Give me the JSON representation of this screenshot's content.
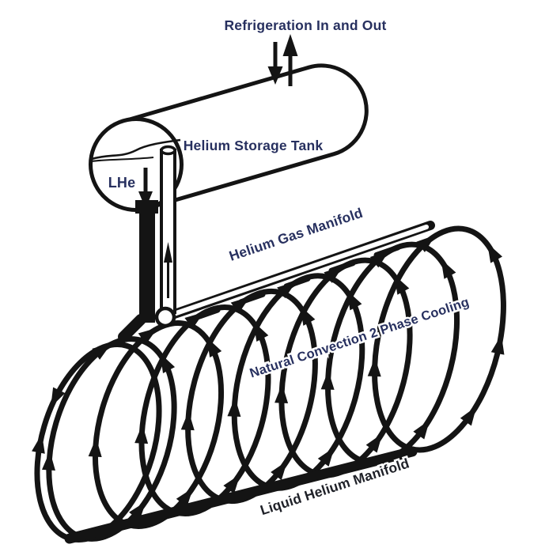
{
  "diagram": {
    "labels": {
      "refrigeration": "Refrigeration In and Out",
      "storage_tank": "Helium Storage Tank",
      "lhe": "LHe",
      "gas_manifold": "Helium Gas Manifold",
      "convection": "Natural Convection 2 Phase Cooling",
      "liquid_manifold": "Liquid Helium Manifold"
    },
    "colors": {
      "ink": "#141414",
      "label": "#27305f",
      "label_dark": "#1f2128",
      "background": "#ffffff"
    }
  }
}
